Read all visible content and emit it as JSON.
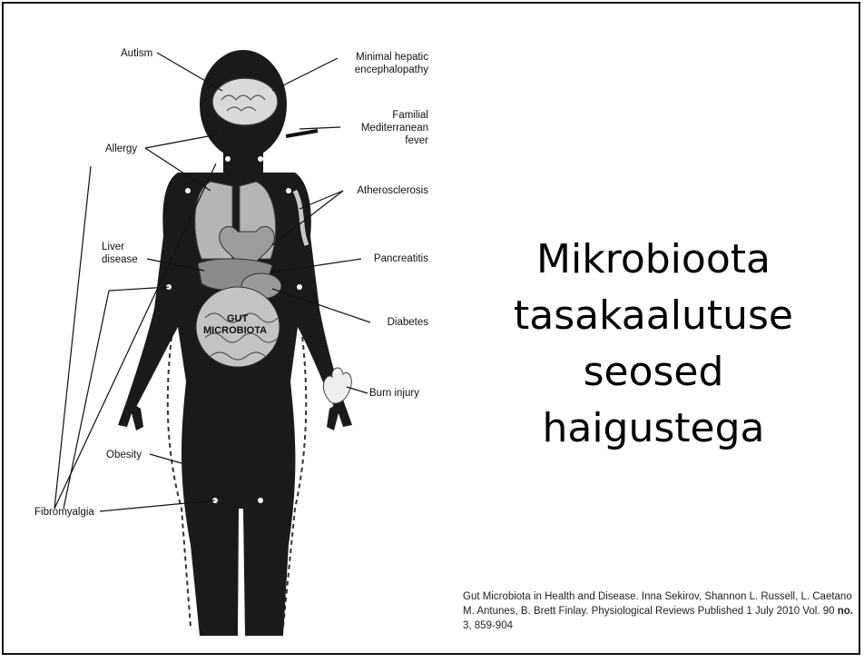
{
  "slide": {
    "title_lines": [
      "Mikrobioota",
      "tasakaalutuse",
      "seosed",
      "haigustega"
    ],
    "citation": {
      "text_a": "Gut Microbiota in Health and Disease. Inna Sekirov, Shannon L. Russell, L. Caetano M. Antunes, B. Brett Finlay. Physiological Reviews Published 1 July 2010 Vol. 90 ",
      "bold_no": "no.",
      "text_b": " 3, 859-904"
    }
  },
  "diagram": {
    "labels": {
      "autism": "Autism",
      "minimal_hepatic_1": "Minimal hepatic",
      "minimal_hepatic_2": "encephalopathy",
      "familial_1": "Familial",
      "familial_2": "Mediterranean",
      "familial_3": "fever",
      "allergy": "Allergy",
      "atherosclerosis": "Atherosclerosis",
      "liver_1": "Liver",
      "liver_2": "disease",
      "pancreatitis": "Pancreatitis",
      "diabetes": "Diabetes",
      "gut_1": "GUT",
      "gut_2": "MICROBIOTA",
      "burn_injury": "Burn injury",
      "obesity": "Obesity",
      "fibromyalgia": "Fibromyalgia"
    }
  },
  "colors": {
    "body_fill": "#1a1a1a",
    "organ_fill": "#b5b5b5",
    "brain_fill": "#d9d9d9"
  }
}
